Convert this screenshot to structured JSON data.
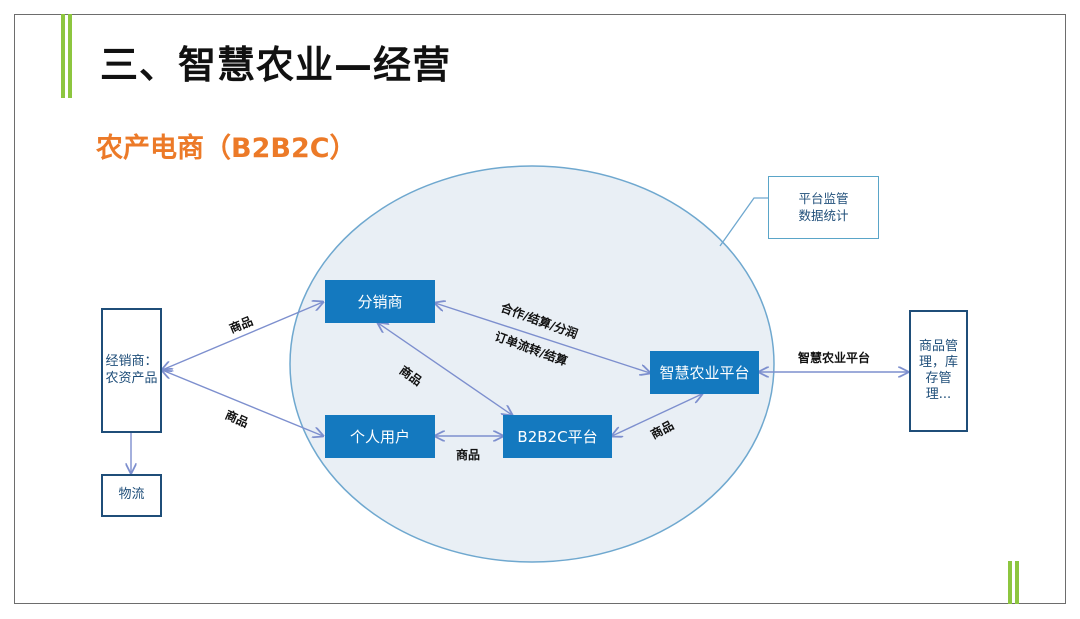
{
  "slide": {
    "title": "三、智慧农业—经营",
    "subtitle": "农产电商（B2B2C）",
    "accent_color": "#8dc63f",
    "subtitle_color": "#ec7a28"
  },
  "nodes": {
    "dealer": "经销商：农资产品",
    "logistics": "物流",
    "distributor": "分销商",
    "individual": "个人用户",
    "b2b2c": "B2B2C平台",
    "smart_platform": "智慧农业平台",
    "supervision": "平台监管\n数据统计",
    "management": "商品管理，库存管理..."
  },
  "edges": {
    "dealer_distributor": "商品",
    "dealer_individual": "商品",
    "distributor_b2b2c": "商品",
    "individual_b2b2c": "商品",
    "b2b2c_smart": "商品",
    "distributor_smart_top": "合作/结算/分润",
    "distributor_smart_bottom": "订单流转/结算",
    "smart_management": "智慧农业平台"
  },
  "colors": {
    "node_fill": "#1479bf",
    "ellipse_fill": "#e9eff5",
    "ellipse_stroke": "#6fa8cf",
    "arrow": "#7d8fce"
  }
}
